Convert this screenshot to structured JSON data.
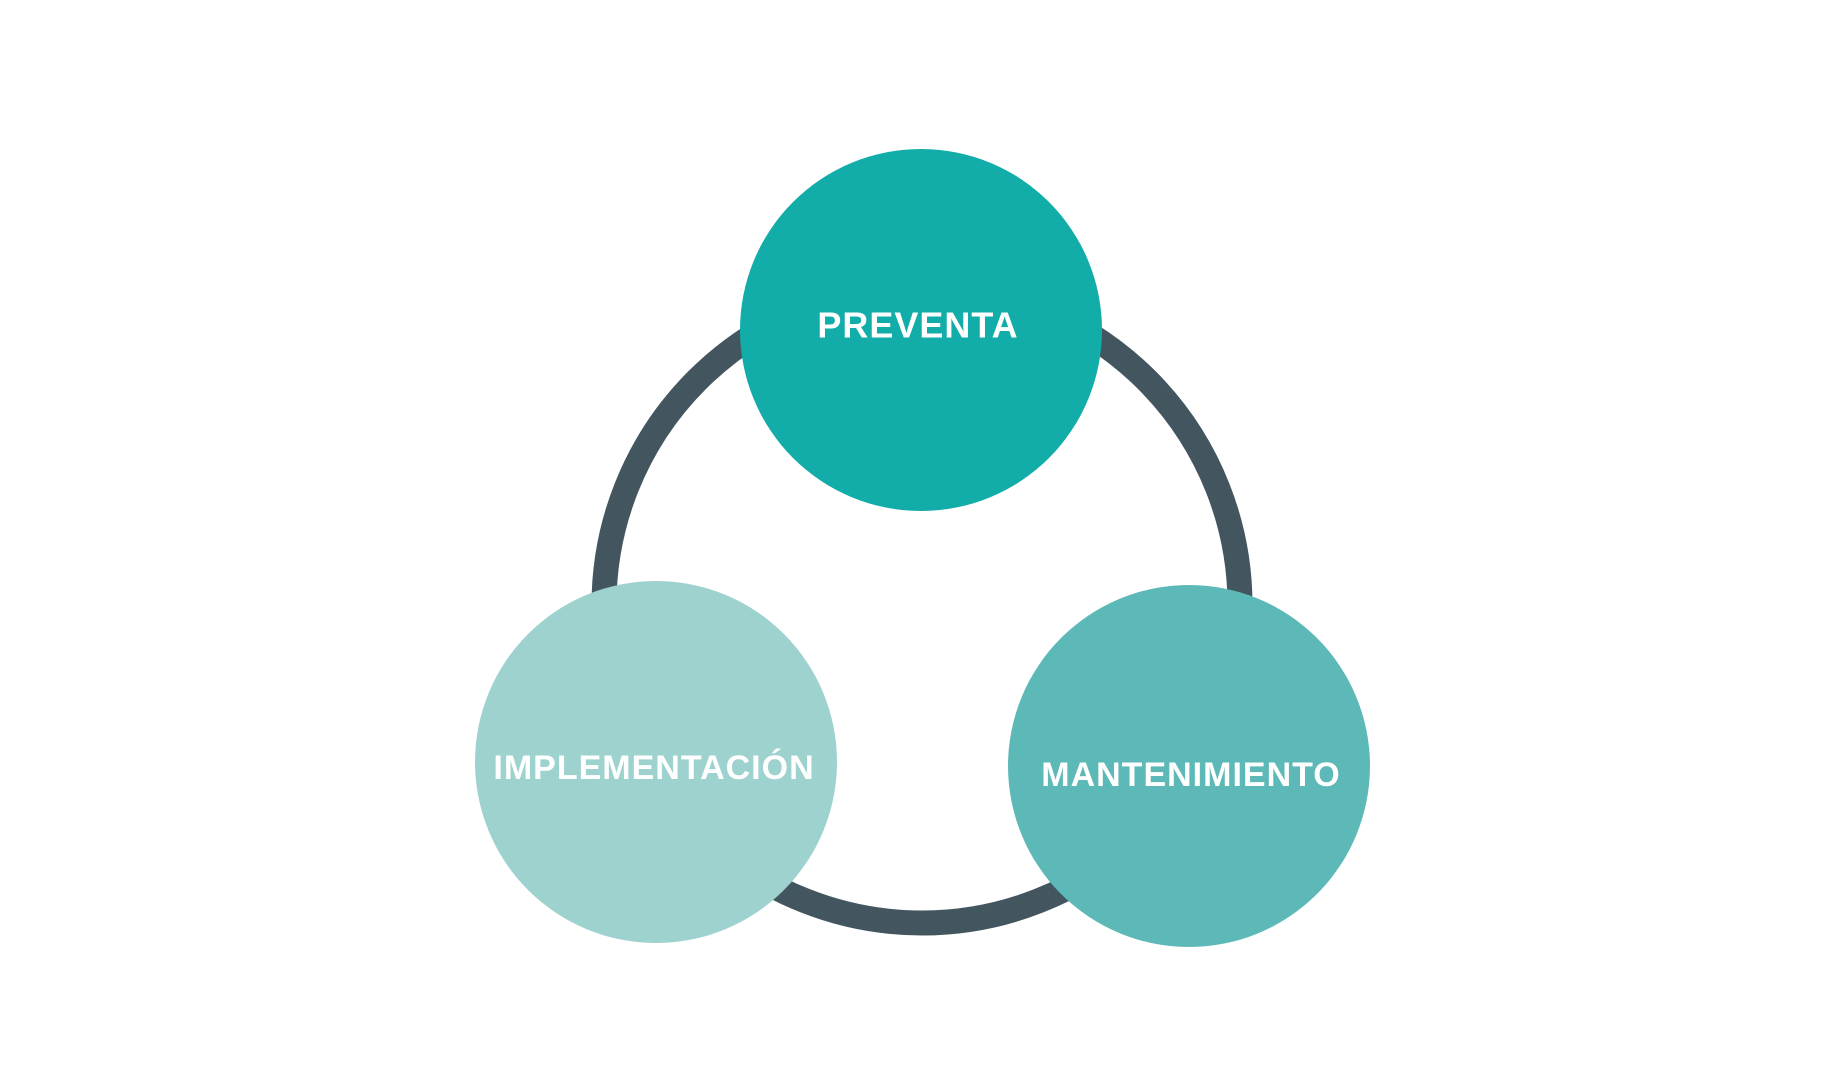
{
  "colors": {
    "background": "#ffffff",
    "ring": "#435660",
    "label": "#ffffff"
  },
  "stages": [
    {
      "id": "preventa",
      "label": "PREVENTA",
      "color": "#12ADA8"
    },
    {
      "id": "implementacion",
      "label": "IMPLEMENTACIÓN",
      "color": "#9ED2CF"
    },
    {
      "id": "mantenimiento",
      "label": "MANTENIMIENTO",
      "color": "#5DB9B8"
    }
  ]
}
